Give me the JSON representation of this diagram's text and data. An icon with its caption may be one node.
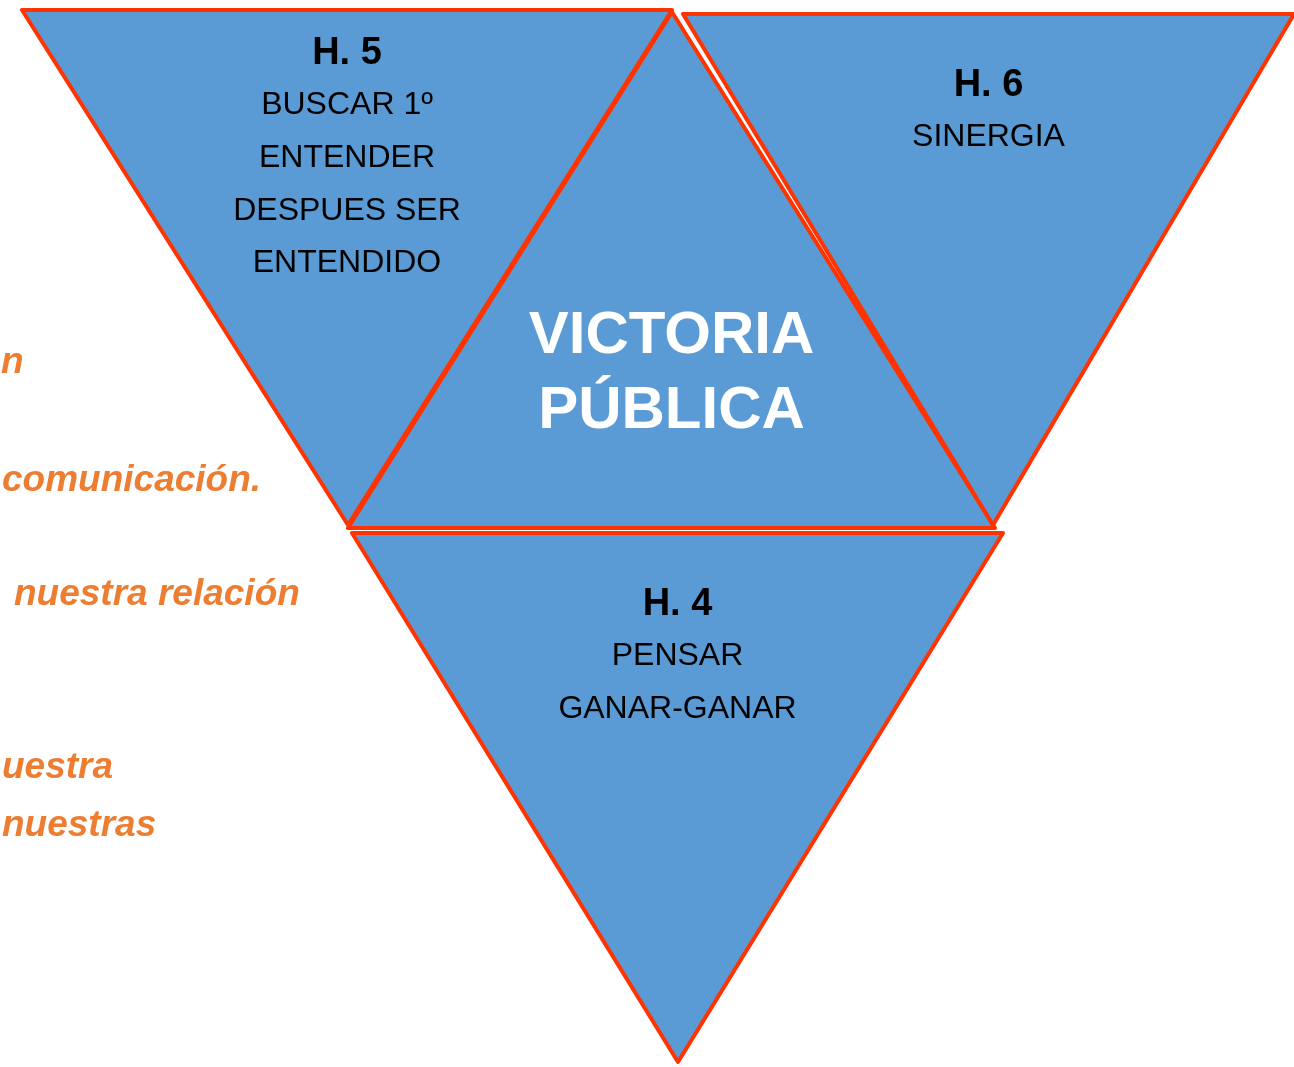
{
  "diagram": {
    "nodes": [
      {
        "text": [
          "H. 5",
          "BUSCAR 1º ENTENDER DESPUES SER ENTENDIDO"
        ]
      },
      {
        "text": [
          "VICTORIA PÚBLICA"
        ]
      },
      {
        "text": [
          "H. 6",
          "SINERGIA"
        ]
      },
      {
        "text": [
          "H. 4",
          "PENSAR GANAR-GANAR"
        ]
      }
    ],
    "labels": [
      "n",
      "comunicación.",
      "nuestra relación",
      "uestra",
      "nuestras"
    ]
  }
}
